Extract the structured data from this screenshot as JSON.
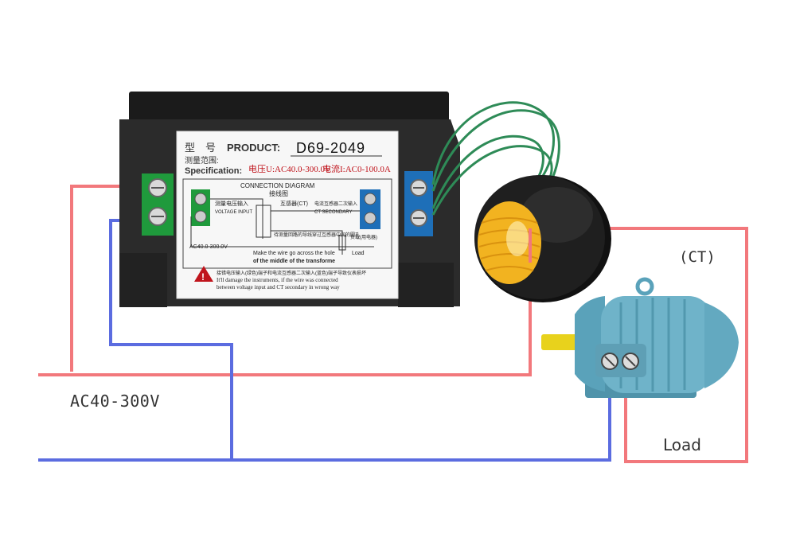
{
  "colors": {
    "live_wire": "#f2787c",
    "neutral_wire": "#5b6ce0",
    "ct_lead_wire": "#2e8b57",
    "meter_body": "#2b2b2b",
    "voltage_terminal": "#1f9a3c",
    "ct_terminal": "#1e6fb8",
    "ct_ring": "#1a1a1a",
    "ct_core": "#f2b320",
    "motor_body": "#6fb3c9",
    "shaft": "#e8d21c",
    "label_red": "#c0141c"
  },
  "labels": {
    "supply": "AC40-300V",
    "ct": "(CT)",
    "load": "Load"
  },
  "meter_label": {
    "model_cn": "型　号",
    "product_prefix": "PRODUCT:",
    "model": "D69-2049",
    "range_cn": "测量范围:",
    "spec_prefix": "Specification:",
    "voltage_spec": "电压U:AC40.0-300.0V",
    "current_spec": "电流I:AC0-100.0A",
    "diagram_title": "CONNECTION DIAGRAM",
    "diagram_title_cn": "接线图",
    "voltage_input_cn": "测量电压输入",
    "voltage_input": "VOLTAGE INPUT",
    "transformer_cn": "互感器(CT)",
    "ct_secondary_cn": "电流互感器二次输入",
    "ct_secondary": "CT SECONDARY",
    "voltage_range": "AC40.0-300.0V",
    "wire_through_cn": "待测量回路的导线穿过互感器中间的圆孔",
    "wire_through_line1": "Make the wire go across the hole",
    "wire_through_line2": "of the middle of the transforme",
    "load_cn": "负载(用电器)",
    "load": "Load",
    "warning_cn": "接错电压输入(绿色)端子和电流互感器二次输入(蓝色)端子导致仪表损坏",
    "warning_line1": "It'll damage the instruments, if the wire was connected",
    "warning_line2": "between voltage input and CT secondary in wrong way"
  }
}
